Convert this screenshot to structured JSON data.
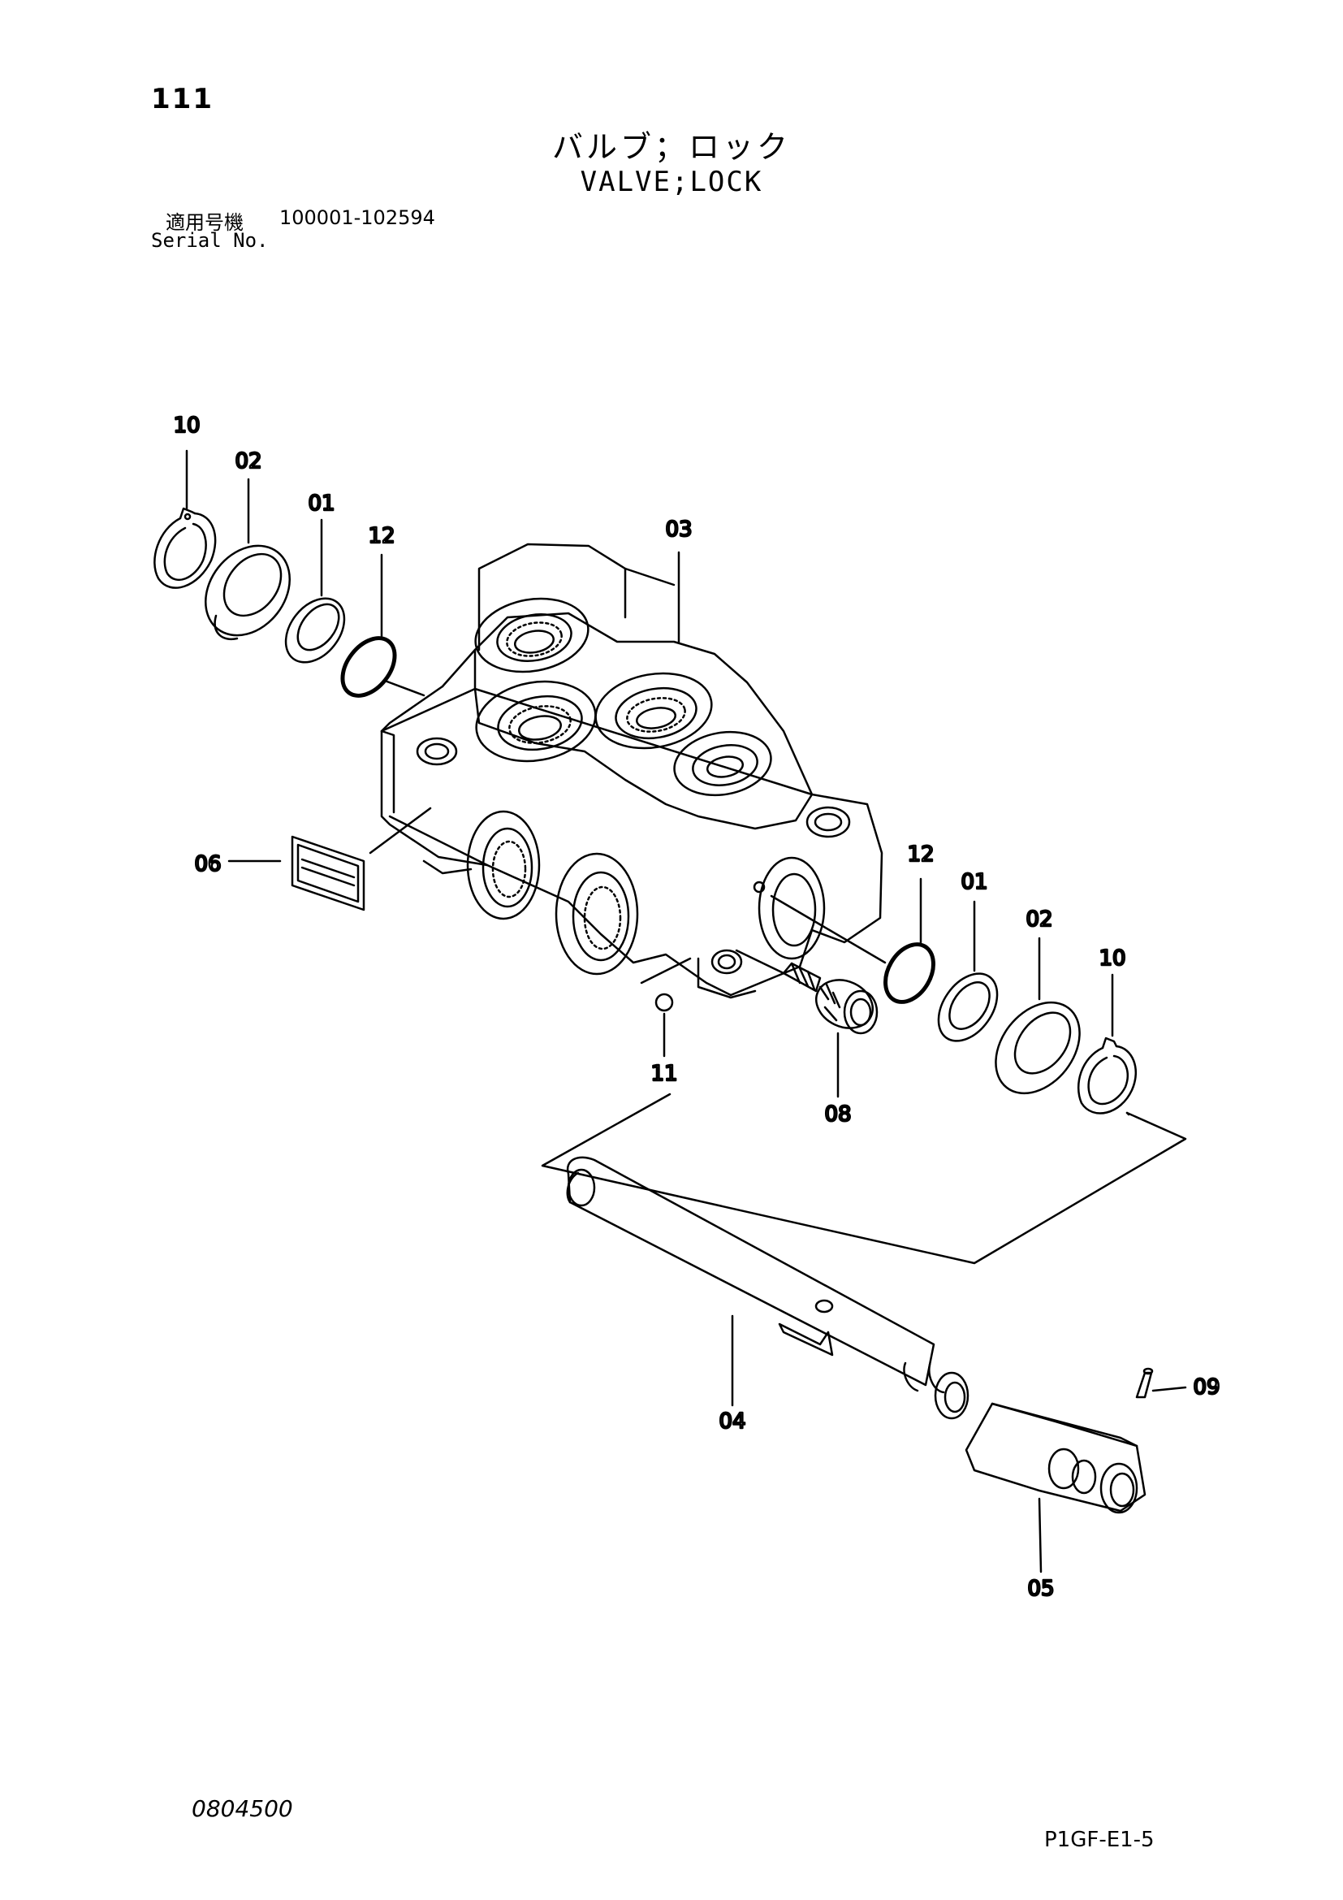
{
  "page_number": "111",
  "title_jp": "バルブ；ロック",
  "title_en": "VALVE;LOCK",
  "serial_label_jp": "適用号機",
  "serial_range": "100001-102594",
  "serial_label_en": "Serial No.",
  "callouts": {
    "ring10_left": "10",
    "washer02_left": "02",
    "washer01_left": "01",
    "oring12_left": "12",
    "body03": "03",
    "plate06": "06",
    "oring12_right": "12",
    "washer01_right": "01",
    "washer02_right": "02",
    "ring10_right": "10",
    "ball11": "11",
    "screw08": "08",
    "spool04": "04",
    "pin09": "09",
    "lever05": "05"
  },
  "drawing_number": "0804500",
  "page_code": "P1GF-E1-5"
}
